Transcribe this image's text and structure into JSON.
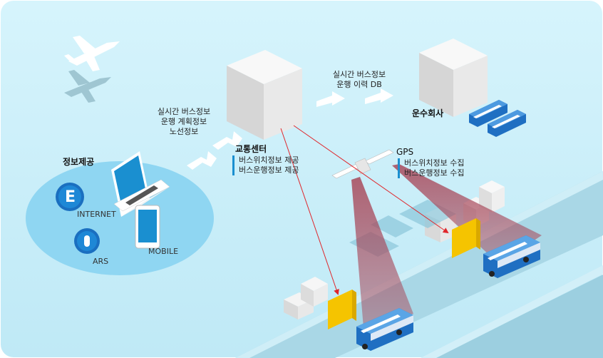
{
  "labels": {
    "info_provide": "정보제공",
    "internet": "INTERNET",
    "ars": "ARS",
    "mobile": "MOBILE",
    "traffic_center": "교통센터",
    "transit_company": "운수회사",
    "gps": "GPS",
    "e_icon_letter": "E"
  },
  "flow_to_provide": [
    "실시간 버스정보",
    "운행 계획정보",
    "노선정보"
  ],
  "flow_to_company": [
    "실시간 버스정보",
    "운행 이력 DB"
  ],
  "center_provides": [
    "버스위치정보 제공",
    "버스운행정보 제공"
  ],
  "gps_collects": [
    "버스위치정보 수집",
    "버스운행정보 수집"
  ],
  "colors": {
    "background": "#c9eefa",
    "ellipse": "#8fd6f2",
    "road": "#a7d8e8",
    "signal_line": "#e0262b",
    "beam": "#a8485a",
    "bus": "#1f6fc2",
    "bus_stop_sign": "#f5c400",
    "accent_bar": "#1a8fd0"
  }
}
